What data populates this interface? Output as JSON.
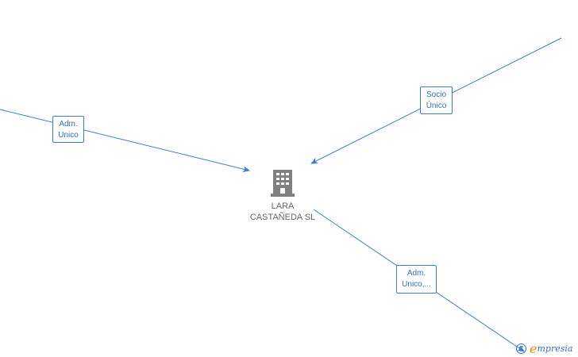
{
  "diagram": {
    "center_node": {
      "name_line1": "LARA",
      "name_line2": "CASTAÑEDA SL",
      "icon": "building-icon"
    },
    "edges": [
      {
        "id": "adm-unico-left",
        "label_line1": "Adm.",
        "label_line2": "Unico"
      },
      {
        "id": "socio-unico",
        "label_line1": "Socio",
        "label_line2": "Único"
      },
      {
        "id": "adm-unico-bottom",
        "label_line1": "Adm.",
        "label_line2": "Unico,..."
      }
    ],
    "colors": {
      "edge": "#3a7fd5",
      "label_text": "#2f6fc4",
      "node_icon": "#808080",
      "node_text": "#666666",
      "brand_e": "#f08a00",
      "brand_text": "#2f6fc4"
    }
  },
  "branding": {
    "copyright_symbol": "C",
    "logo_initial": "e",
    "logo_rest": "mpresia"
  }
}
